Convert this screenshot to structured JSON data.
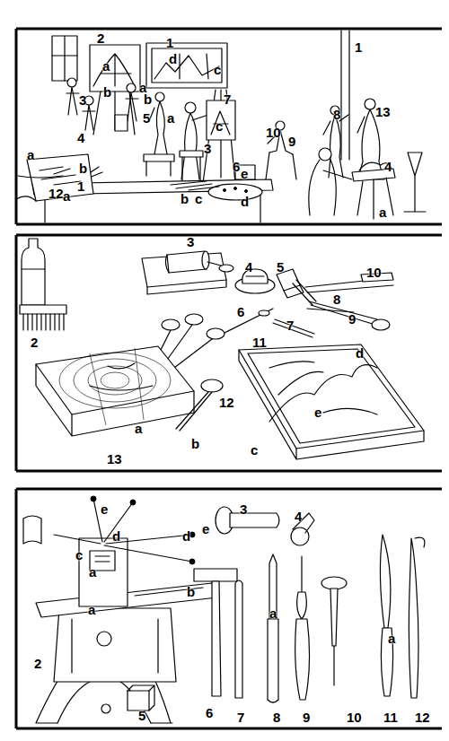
{
  "diagram": {
    "labels": [
      "2",
      "1",
      "d",
      "c",
      "1",
      "a",
      "a",
      "b",
      "b",
      "3",
      "7",
      "13",
      "8",
      "5",
      "a",
      "c",
      "10",
      "9",
      "4",
      "a",
      "3",
      "b",
      "6",
      "e",
      "4",
      "1",
      "12",
      "a",
      "b",
      "c",
      "d",
      "a",
      "3",
      "4",
      "5",
      "10",
      "8",
      "9",
      "6",
      "7",
      "2",
      "11",
      "d",
      "12",
      "e",
      "a",
      "13",
      "b",
      "c",
      "e",
      "e",
      "d",
      "d",
      "c",
      "a",
      "b",
      "a",
      "3",
      "4",
      "a",
      "a",
      "2",
      "5",
      "6",
      "7",
      "8",
      "9",
      "10",
      "11",
      "12"
    ]
  }
}
